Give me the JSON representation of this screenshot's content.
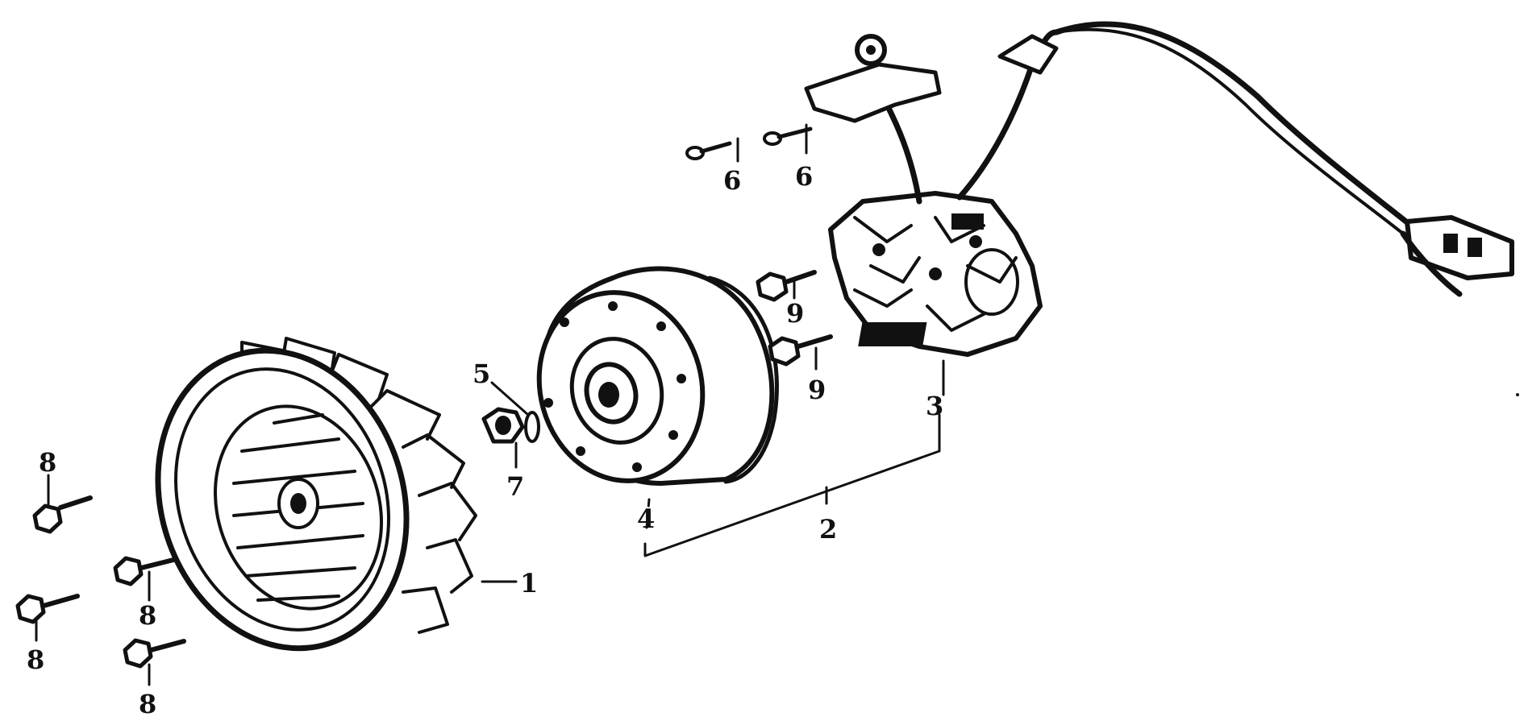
{
  "diagram": {
    "kind": "exploded parts view",
    "ink_color": "#111111",
    "background": "#ffffff",
    "callouts": [
      {
        "id": "c1",
        "label": "1"
      },
      {
        "id": "c2",
        "label": "2"
      },
      {
        "id": "c3",
        "label": "3"
      },
      {
        "id": "c4",
        "label": "4"
      },
      {
        "id": "c5",
        "label": "5"
      },
      {
        "id": "c6a",
        "label": "6"
      },
      {
        "id": "c6b",
        "label": "6"
      },
      {
        "id": "c7",
        "label": "7"
      },
      {
        "id": "c8a",
        "label": "8"
      },
      {
        "id": "c8b",
        "label": "8"
      },
      {
        "id": "c8c",
        "label": "8"
      },
      {
        "id": "c8d",
        "label": "8"
      },
      {
        "id": "c9a",
        "label": "9"
      },
      {
        "id": "c9b",
        "label": "9"
      }
    ]
  }
}
